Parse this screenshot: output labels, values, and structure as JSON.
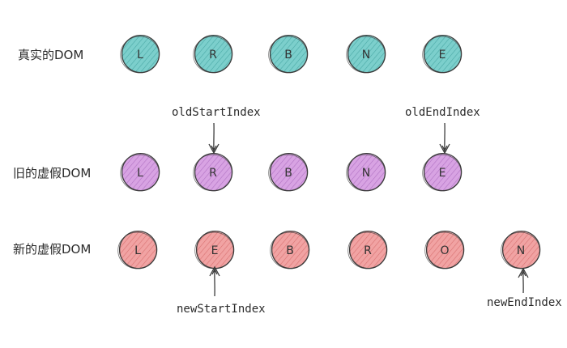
{
  "colors": {
    "real": "#7ccfcc",
    "old": "#d8a3e3",
    "new": "#f1a3a3"
  },
  "rows": [
    {
      "key": "real",
      "label": "真实的DOM",
      "nodes": [
        "L",
        "R",
        "B",
        "N",
        "E"
      ]
    },
    {
      "key": "old",
      "label": "旧的虚假DOM",
      "nodes": [
        "L",
        "R",
        "B",
        "N",
        "E"
      ]
    },
    {
      "key": "new",
      "label": "新的虚假DOM",
      "nodes": [
        "L",
        "E",
        "B",
        "R",
        "O",
        "N"
      ]
    }
  ],
  "pointers": {
    "oldStart": "oldStartIndex",
    "oldEnd": "oldEndIndex",
    "newStart": "newStartIndex",
    "newEnd": "newEndIndex"
  }
}
